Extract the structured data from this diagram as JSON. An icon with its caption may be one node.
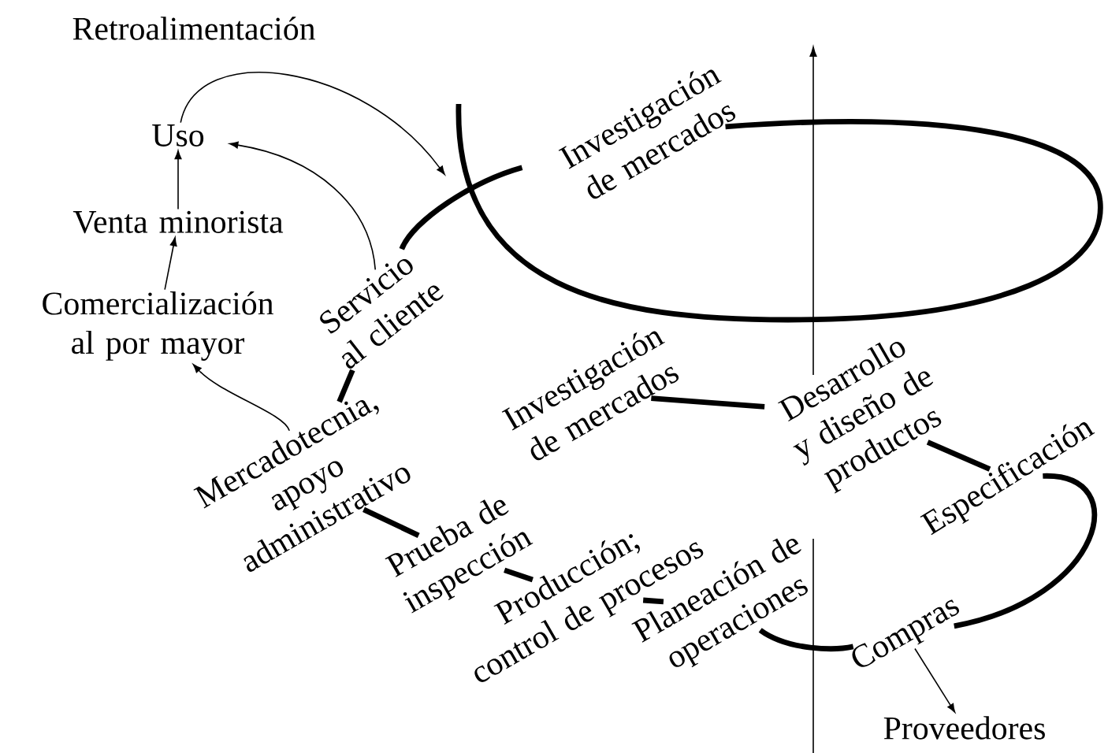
{
  "diagram": {
    "nodes": [
      {
        "text": [
          "Uso"
        ]
      },
      {
        "text": [
          "Venta minorista"
        ]
      },
      {
        "text": [
          "Comercialización al por mayor"
        ]
      },
      {
        "text": [
          "Servicio al cliente"
        ]
      },
      {
        "text": [
          "Mercadotecnia, apoyo administrativo"
        ]
      },
      {
        "text": [
          "Investigación de mercados"
        ]
      },
      {
        "text": [
          "Investigación de mercados"
        ]
      },
      {
        "text": [
          "Desarrollo y diseño de productos"
        ]
      },
      {
        "text": [
          "Especificación"
        ]
      },
      {
        "text": [
          "Compras"
        ]
      },
      {
        "text": [
          "Proveedores"
        ]
      },
      {
        "text": [
          "Planeación de operaciones"
        ]
      },
      {
        "text": [
          "Producción; control de procesos"
        ]
      },
      {
        "text": [
          "Prueba de inspección"
        ]
      }
    ],
    "edges": [
      {
        "from": 0,
        "to": null,
        "arrow": "to",
        "label": "Retroalimentación"
      },
      {
        "from": 1,
        "to": 0,
        "arrow": "to"
      },
      {
        "from": 2,
        "to": 1,
        "arrow": "to"
      },
      {
        "from": 3,
        "to": 0,
        "arrow": "to"
      },
      {
        "from": 4,
        "to": 2,
        "arrow": "to"
      },
      {
        "from": null,
        "to": 5,
        "arrow": "none"
      },
      {
        "from": 3,
        "to": 5,
        "arrow": "none"
      },
      {
        "from": 3,
        "to": 4,
        "arrow": "none"
      },
      {
        "from": 4,
        "to": 13,
        "arrow": "none"
      },
      {
        "from": 13,
        "to": 12,
        "arrow": "none"
      },
      {
        "from": 12,
        "to": 11,
        "arrow": "none"
      },
      {
        "from": 11,
        "to": 9,
        "arrow": "none"
      },
      {
        "from": 9,
        "to": 8,
        "arrow": "none"
      },
      {
        "from": 8,
        "to": 7,
        "arrow": "none"
      },
      {
        "from": 7,
        "to": 6,
        "arrow": "none"
      },
      {
        "from": 9,
        "to": 10,
        "arrow": "to"
      }
    ]
  }
}
